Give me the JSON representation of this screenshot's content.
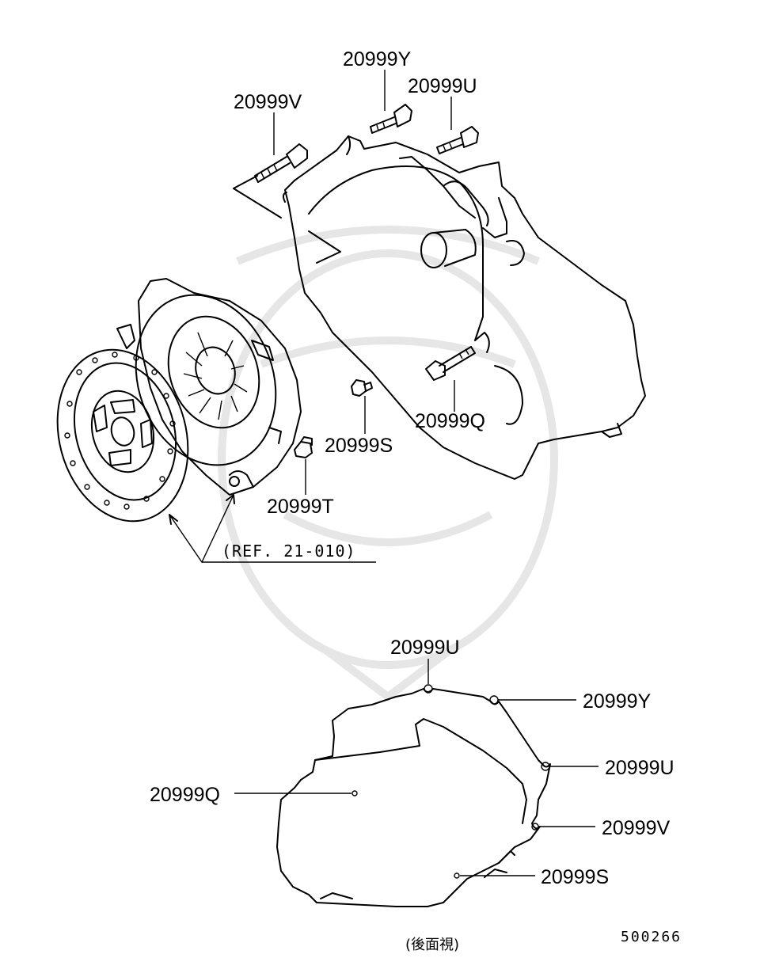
{
  "callouts_top": {
    "bolt_y": "20999Y",
    "bolt_v": "20999V",
    "bolt_u": "20999U",
    "bolt_q": "20999Q",
    "bolt_s": "20999S",
    "bolt_t": "20999T",
    "clutch_ref": "(REF. 21-010)"
  },
  "rear_view": {
    "top": "20999U",
    "upper_right": "20999Y",
    "right_mid": "20999U",
    "left": "20999Q",
    "right_lower": "20999V",
    "bottom": "20999S",
    "caption": "(後面視)"
  },
  "diagram_code": "500266"
}
